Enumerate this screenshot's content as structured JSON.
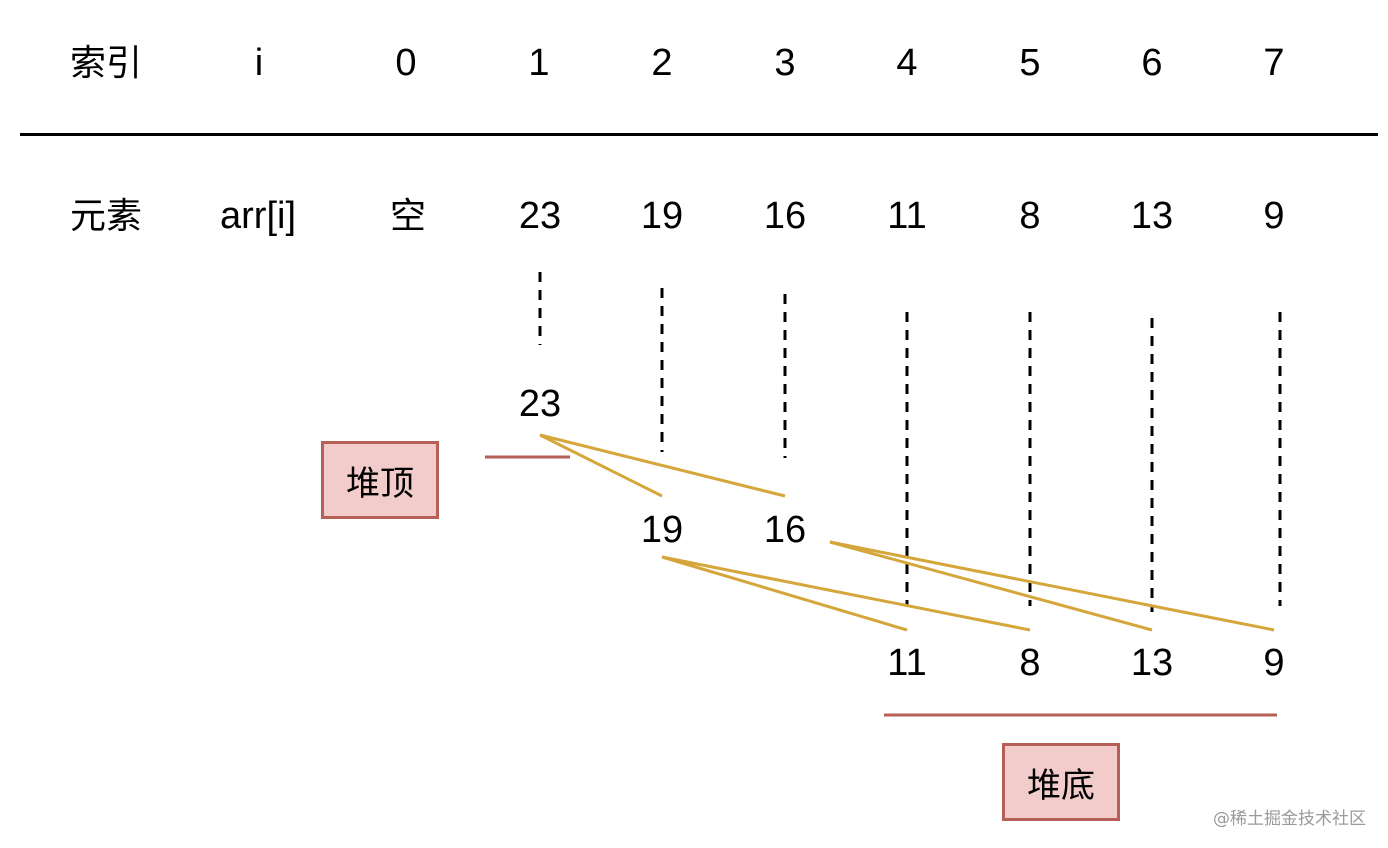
{
  "header": {
    "index_label": "索引",
    "index_var": "i",
    "indices": [
      "0",
      "1",
      "2",
      "3",
      "4",
      "5",
      "6",
      "7"
    ]
  },
  "row": {
    "element_label": "元素",
    "element_var": "arr[i]",
    "values": [
      "空",
      "23",
      "19",
      "16",
      "11",
      "8",
      "13",
      "9"
    ]
  },
  "tree": {
    "root": "23",
    "level1": [
      "19",
      "16"
    ],
    "level2": [
      "11",
      "8",
      "13",
      "9"
    ],
    "edges": [
      [
        "23",
        "19"
      ],
      [
        "23",
        "16"
      ],
      [
        "19",
        "11"
      ],
      [
        "19",
        "8"
      ],
      [
        "16",
        "13"
      ],
      [
        "16",
        "9"
      ]
    ]
  },
  "annotations": {
    "heap_top": "堆顶",
    "heap_bottom": "堆底"
  },
  "colors": {
    "edge": "#d4a63b",
    "marker": "#b65f56",
    "box_fill": "#f2cccb"
  },
  "watermark": "@稀土掘金技术社区"
}
